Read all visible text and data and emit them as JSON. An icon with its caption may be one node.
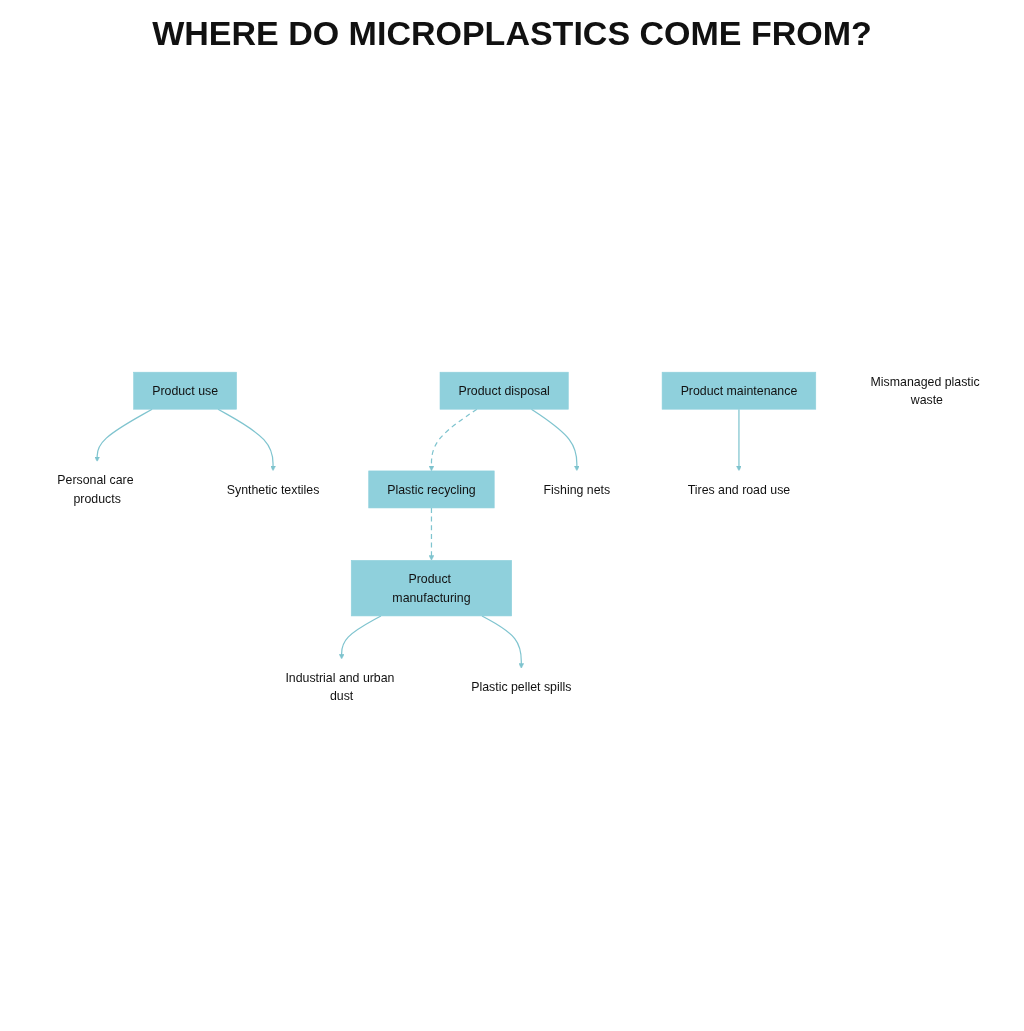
{
  "diagram": {
    "title": "WHERE DO MICROPLASTICS COME FROM?",
    "nodes": [
      {
        "text": [
          "Plastic recycling"
        ]
      },
      {
        "text": [
          "Product manufacturing"
        ]
      },
      {
        "text": [
          "Industrial and urban dust"
        ]
      },
      {
        "text": [
          "Plastic pellet spills"
        ]
      },
      {
        "text": [
          "Product use"
        ]
      },
      {
        "text": [
          "Personal care products"
        ]
      },
      {
        "text": [
          "Synthetic textiles"
        ]
      },
      {
        "text": [
          "Product maintenance"
        ]
      },
      {
        "text": [
          "Tires and road use"
        ]
      },
      {
        "text": [
          "Product disposal"
        ]
      },
      {
        "text": [
          "Mismanaged plastic waste"
        ]
      },
      {
        "text": [
          "Fishing nets"
        ]
      }
    ],
    "edges": [
      {
        "from": 9,
        "to": 0,
        "arrow": "to",
        "style": "dashed"
      },
      {
        "from": 0,
        "to": 1,
        "arrow": "to",
        "style": "dashed"
      },
      {
        "from": 1,
        "to": 2,
        "arrow": "to"
      },
      {
        "from": 1,
        "to": 3,
        "arrow": "to"
      },
      {
        "from": 4,
        "to": 5,
        "arrow": "to"
      },
      {
        "from": 4,
        "to": 6,
        "arrow": "to"
      },
      {
        "from": 7,
        "to": 8,
        "arrow": "to"
      },
      {
        "from": 9,
        "to": 11,
        "arrow": "to"
      }
    ]
  }
}
